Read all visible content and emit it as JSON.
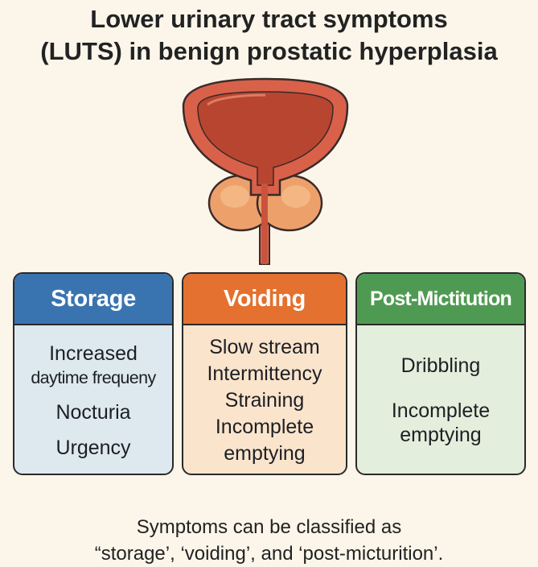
{
  "title": {
    "line1": "Lower urinary tract symptoms",
    "line2": "(LUTS) in benign prostatic hyperplasia"
  },
  "colors": {
    "storage": "#3a74b0",
    "voiding": "#e4712f",
    "post_micturition": "#4f9a52",
    "bladder": "#d9614a",
    "prostate": "#eea06b"
  },
  "panels": {
    "storage": {
      "heading": "Storage",
      "items": [
        "Increased",
        "daytime frequeny",
        "Nocturia",
        "Urgency"
      ]
    },
    "voiding": {
      "heading": "Voiding",
      "items": [
        "Slow stream",
        "Intermittency",
        "Straining",
        "Incomplete",
        "emptying"
      ]
    },
    "post_micturition": {
      "heading": "Post-Mictitution",
      "items": [
        "Dribbling",
        "Incomplete",
        "emptying"
      ]
    }
  },
  "footer": {
    "line1": "Symptoms can be classified as",
    "line2": "“storage’, ‘voiding’, and ‘post-micturition’."
  }
}
